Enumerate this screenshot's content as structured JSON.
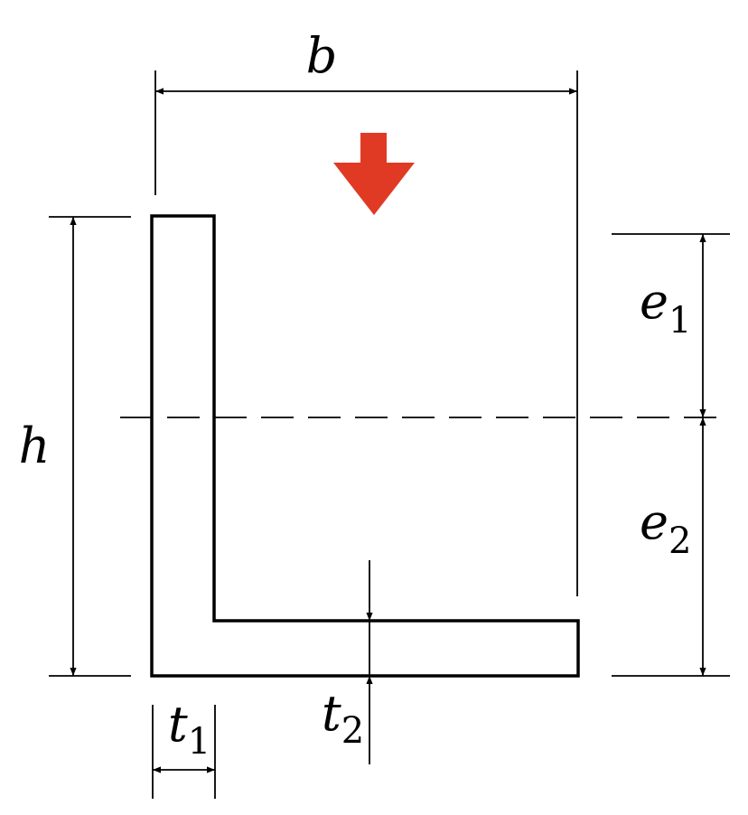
{
  "diagram": {
    "labels": {
      "b": "b",
      "h": "h",
      "e1": {
        "main": "e",
        "sub": "1"
      },
      "e2": {
        "main": "e",
        "sub": "2"
      },
      "t1": {
        "main": "t",
        "sub": "1"
      },
      "t2": {
        "main": "t",
        "sub": "2"
      }
    },
    "colors": {
      "stroke": "#000000",
      "load_arrow": "#e03a25",
      "background": "#ffffff"
    },
    "icons": {
      "load": "down-arrow-icon"
    }
  }
}
